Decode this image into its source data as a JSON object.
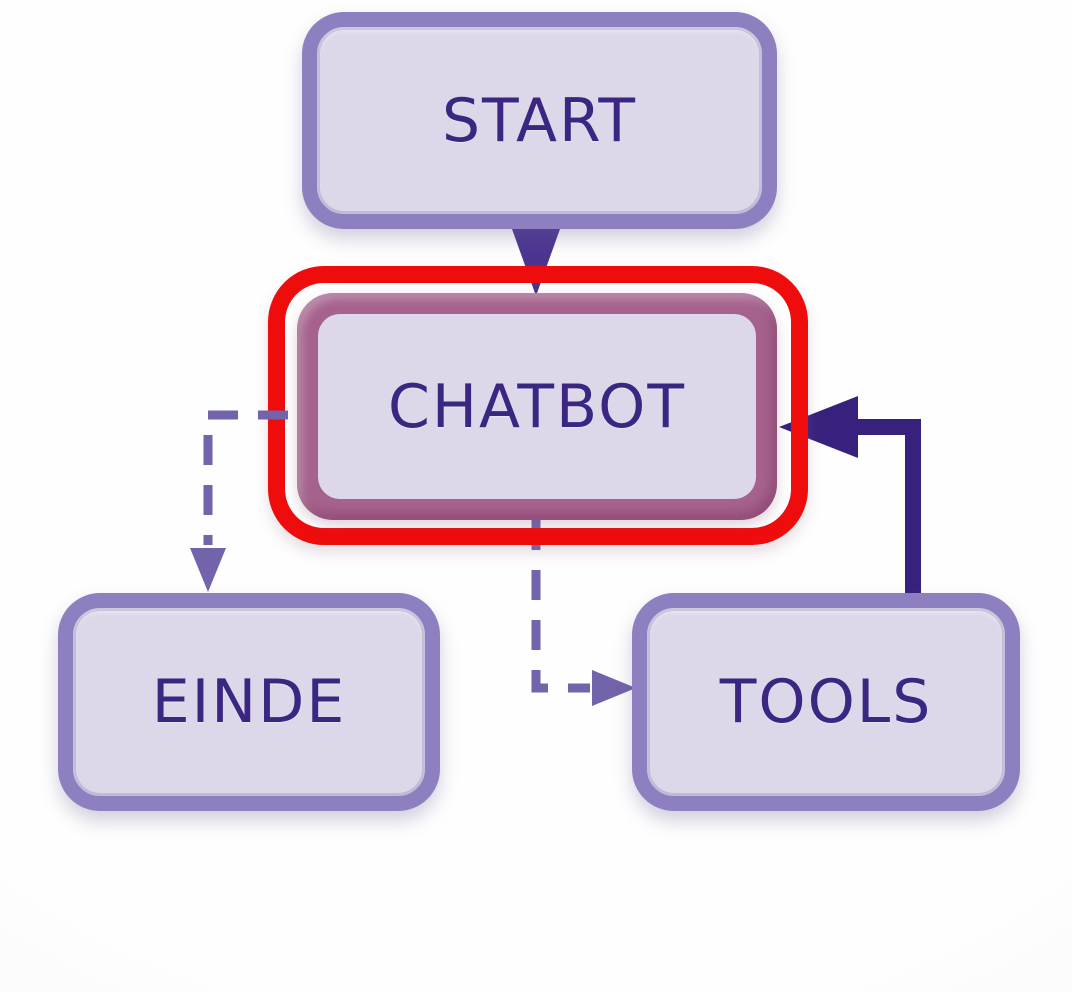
{
  "diagram": {
    "type": "flowchart",
    "nodes": [
      {
        "id": "start",
        "label": "START",
        "highlighted": false
      },
      {
        "id": "chatbot",
        "label": "CHATBOT",
        "highlighted": true
      },
      {
        "id": "einde",
        "label": "EINDE",
        "highlighted": false
      },
      {
        "id": "tools",
        "label": "TOOLS",
        "highlighted": false
      }
    ],
    "edges": [
      {
        "from": "start",
        "to": "chatbot",
        "style": "solid"
      },
      {
        "from": "chatbot",
        "to": "einde",
        "style": "dashed"
      },
      {
        "from": "chatbot",
        "to": "tools",
        "style": "dashed"
      },
      {
        "from": "tools",
        "to": "chatbot",
        "style": "solid"
      }
    ],
    "colors": {
      "node-fill": "#ddd7ea",
      "node-border": "#8e80c0",
      "node-label": "#3b2781",
      "highlight-outline": "#ee0c0c",
      "highlight-frame": "#a5628c",
      "dashed-edge": "#7263ab",
      "solid-edge": "#38217c",
      "start-arrow": "#4b3590"
    }
  }
}
